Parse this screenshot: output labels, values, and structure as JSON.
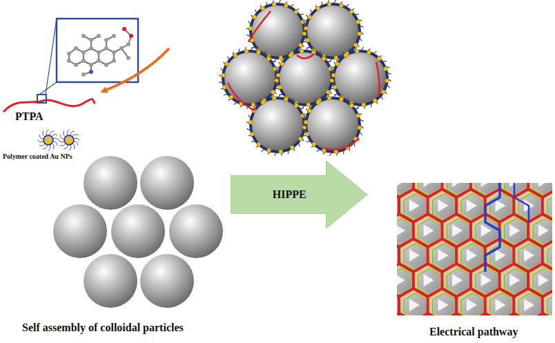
{
  "diagram": {
    "nodes": [
      {
        "text": [
          "HIPPE"
        ]
      }
    ],
    "labels": [
      "PTPA",
      "Polymer coated Au NPs",
      "Electrical pathway",
      "Self assembly of colloidal particles"
    ]
  }
}
